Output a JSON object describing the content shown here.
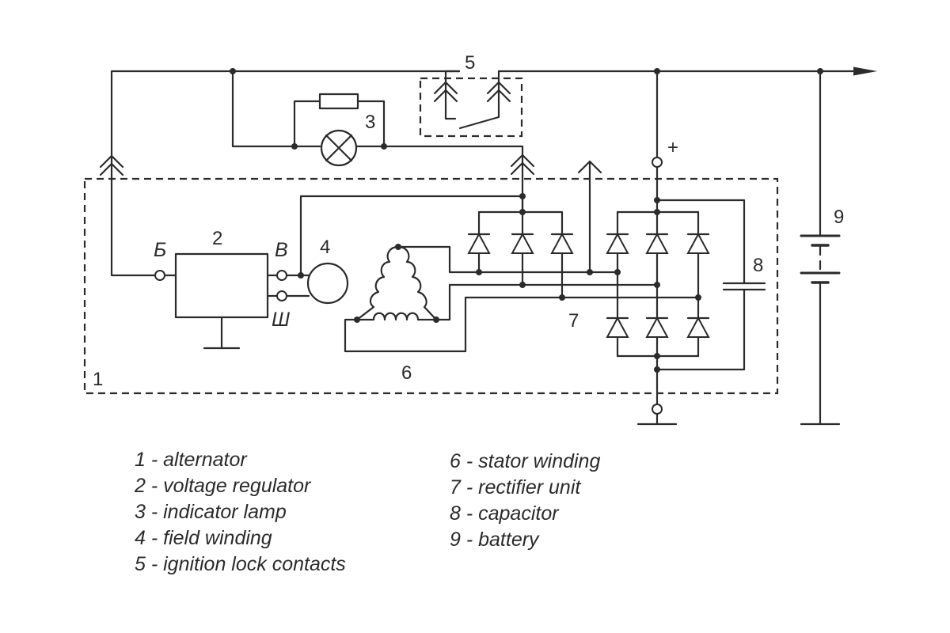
{
  "labels": {
    "alternator": "1",
    "regulator": "2",
    "lamp": "3",
    "field": "4",
    "ignition": "5",
    "stator": "6",
    "rectifier": "7",
    "capacitor": "8",
    "battery": "9",
    "terminal_b": "Б",
    "terminal_v": "В",
    "terminal_sh": "Ш",
    "plus": "+"
  },
  "legend": {
    "left": [
      "1 - alternator",
      "2 - voltage regulator",
      "3 - indicator lamp",
      "4 - field winding",
      "5 - ignition lock contacts"
    ],
    "right": [
      "6 - stator winding",
      "7 - rectifier unit",
      "8 - capacitor",
      "9 - battery"
    ]
  }
}
